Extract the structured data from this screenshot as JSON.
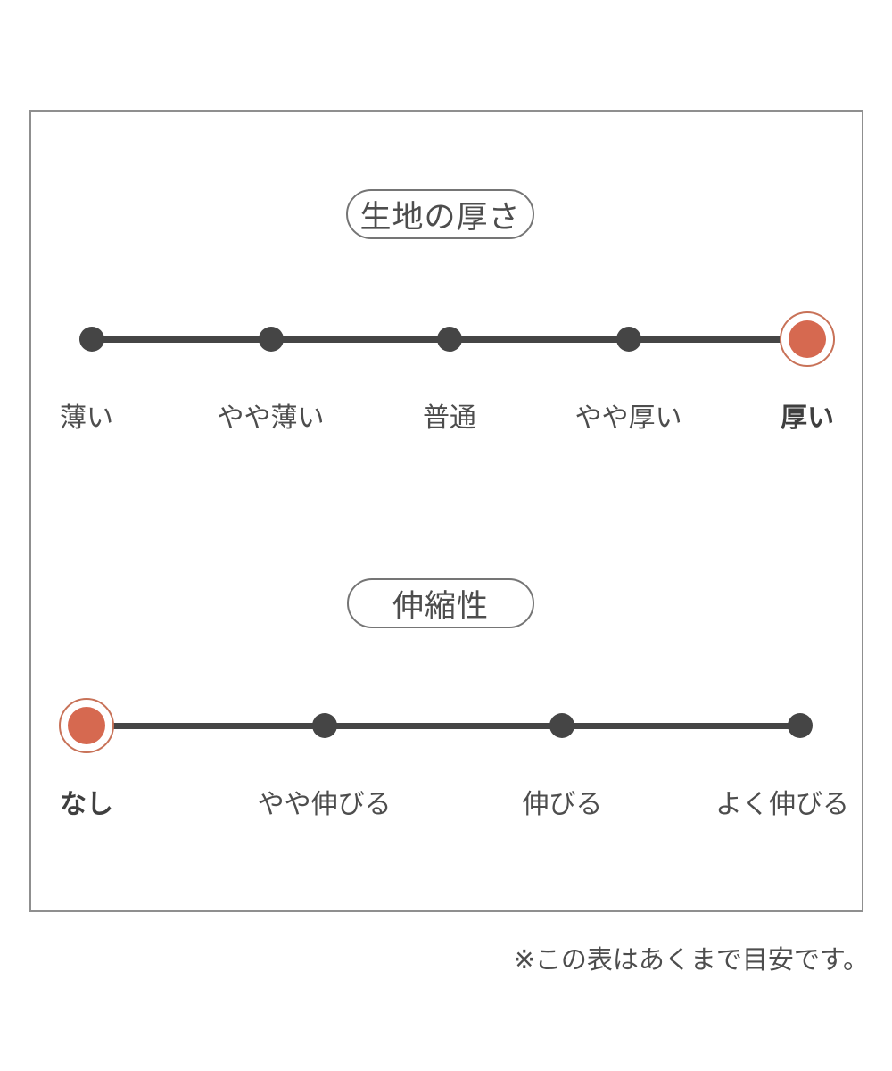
{
  "sections": [
    {
      "title": "生地の厚さ",
      "labels": [
        "薄い",
        "やや薄い",
        "普通",
        "やや厚い",
        "厚い"
      ],
      "selected_index": 4,
      "selected_label": "厚い"
    },
    {
      "title": "伸縮性",
      "labels": [
        "なし",
        "やや伸びる",
        "伸びる",
        "よく伸びる"
      ],
      "selected_index": 0,
      "selected_label": "なし"
    }
  ],
  "footer_note": "※この表はあくまで目安です。",
  "colors": {
    "accent": "#d66950",
    "accent_ring": "#c87258",
    "line": "#454545",
    "text": "#4d4d4d",
    "frame_border": "#8f8f8f",
    "pill_border": "#757575"
  },
  "chart_data": [
    {
      "type": "scale",
      "title": "生地の厚さ",
      "categories": [
        "薄い",
        "やや薄い",
        "普通",
        "やや厚い",
        "厚い"
      ],
      "num_levels": 5,
      "selected": "厚い",
      "selected_index": 4,
      "legend_position": "none",
      "grid": false
    },
    {
      "type": "scale",
      "title": "伸縮性",
      "categories": [
        "なし",
        "やや伸びる",
        "伸びる",
        "よく伸びる"
      ],
      "num_levels": 4,
      "selected": "なし",
      "selected_index": 0,
      "legend_position": "none",
      "grid": false
    }
  ]
}
